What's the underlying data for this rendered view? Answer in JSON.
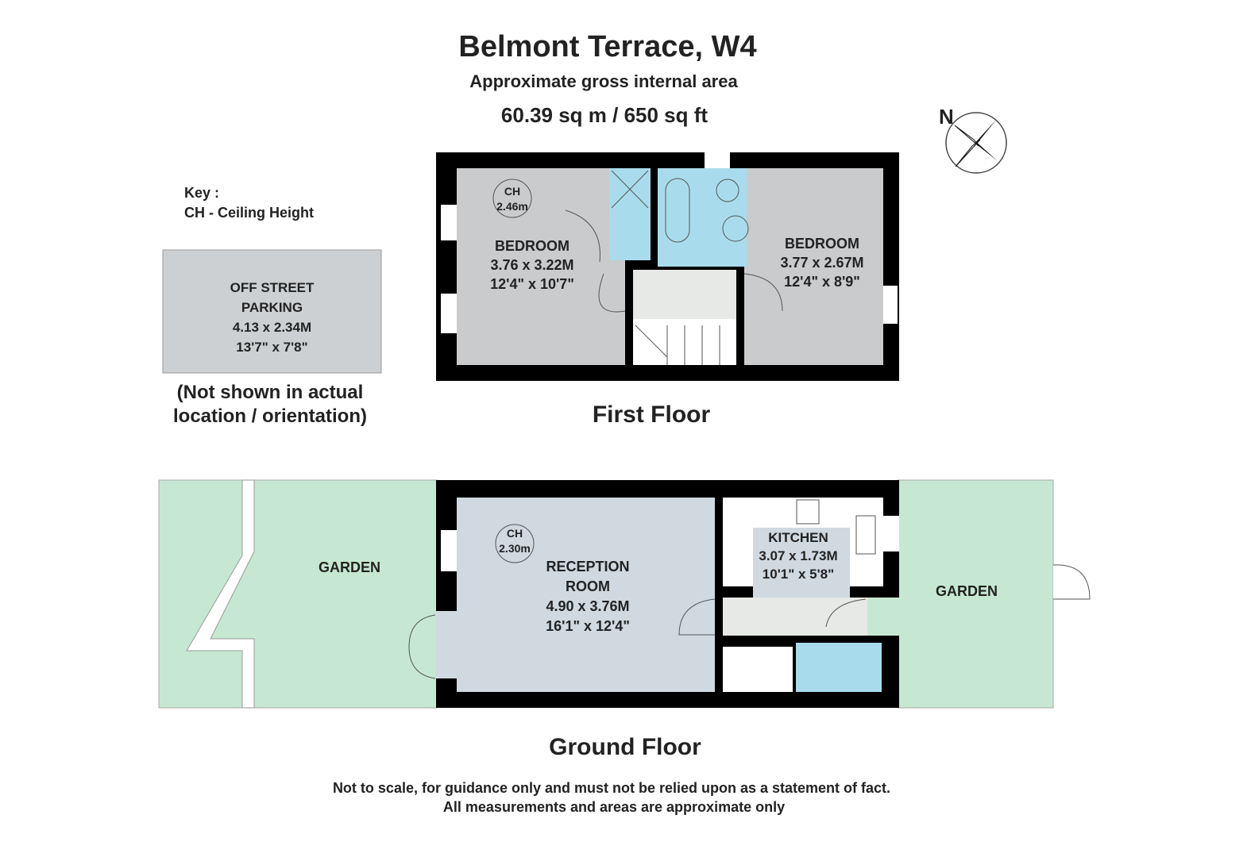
{
  "header": {
    "title": "Belmont Terrace, W4",
    "subtitle": "Approximate gross internal area",
    "area": "60.39 sq m /  650 sq ft"
  },
  "compass": {
    "label": "N"
  },
  "key": {
    "title": "Key :",
    "entry": "CH - Ceiling Height"
  },
  "parking": {
    "name_line1": "OFF STREET",
    "name_line2": "PARKING",
    "metric": "4.13 x 2.34M",
    "imperial": "13'7\" x 7'8\"",
    "note_line1": "(Not shown in actual",
    "note_line2": "location / orientation)"
  },
  "first_floor": {
    "label": "First Floor",
    "ceiling": {
      "label": "CH",
      "value": "2.46m"
    },
    "bedroom1": {
      "name": "BEDROOM",
      "metric": "3.76 x 3.22M",
      "imperial": "12'4\" x 10'7\""
    },
    "bedroom2": {
      "name": "BEDROOM",
      "metric": "3.77 x 2.67M",
      "imperial": "12'4\" x 8'9\""
    }
  },
  "ground_floor": {
    "label": "Ground Floor",
    "ceiling": {
      "label": "CH",
      "value": "2.30m"
    },
    "reception": {
      "name_line1": "RECEPTION",
      "name_line2": "ROOM",
      "metric": "4.90 x 3.76M",
      "imperial": "16'1\" x 12'4\""
    },
    "kitchen": {
      "name": "KITCHEN",
      "metric": "3.07 x 1.73M",
      "imperial": "10'1\" x 5'8\""
    },
    "garden_front": "GARDEN",
    "garden_rear": "GARDEN"
  },
  "disclaimer": {
    "line1": "Not to scale, for guidance only and must not be relied upon as a statement of fact.",
    "line2": "All measurements and areas are approximate only"
  },
  "colors": {
    "bedroom": "#c9cbcc",
    "reception": "#cfd9df",
    "bath": "#a8dcec",
    "garden": "#c6e8d2",
    "hall": "#e6e9e5",
    "wall": "#000000"
  }
}
